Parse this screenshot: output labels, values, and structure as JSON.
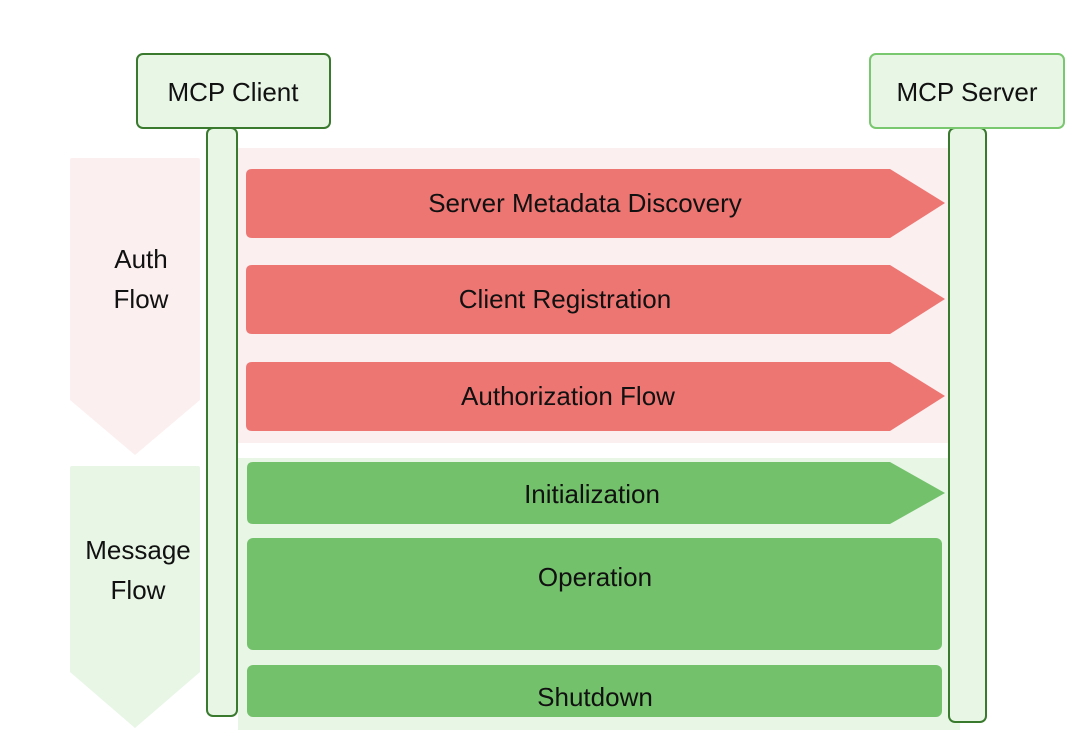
{
  "actors": {
    "client": "MCP Client",
    "server": "MCP Server"
  },
  "phases": {
    "auth": {
      "line1": "Auth",
      "line2": "Flow"
    },
    "message": {
      "line1": "Message",
      "line2": "Flow"
    }
  },
  "steps": {
    "metadata_discovery": "Server Metadata Discovery",
    "client_registration": "Client Registration",
    "authorization_flow": "Authorization Flow",
    "initialization": "Initialization",
    "operation": "Operation",
    "shutdown": "Shutdown"
  },
  "colors": {
    "auth_step": "#ed7673",
    "auth_background": "#fcefef",
    "message_step": "#74c16c",
    "message_background": "#e8f6e6",
    "client_border": "#3a7a2e",
    "server_border": "#79c76e"
  }
}
